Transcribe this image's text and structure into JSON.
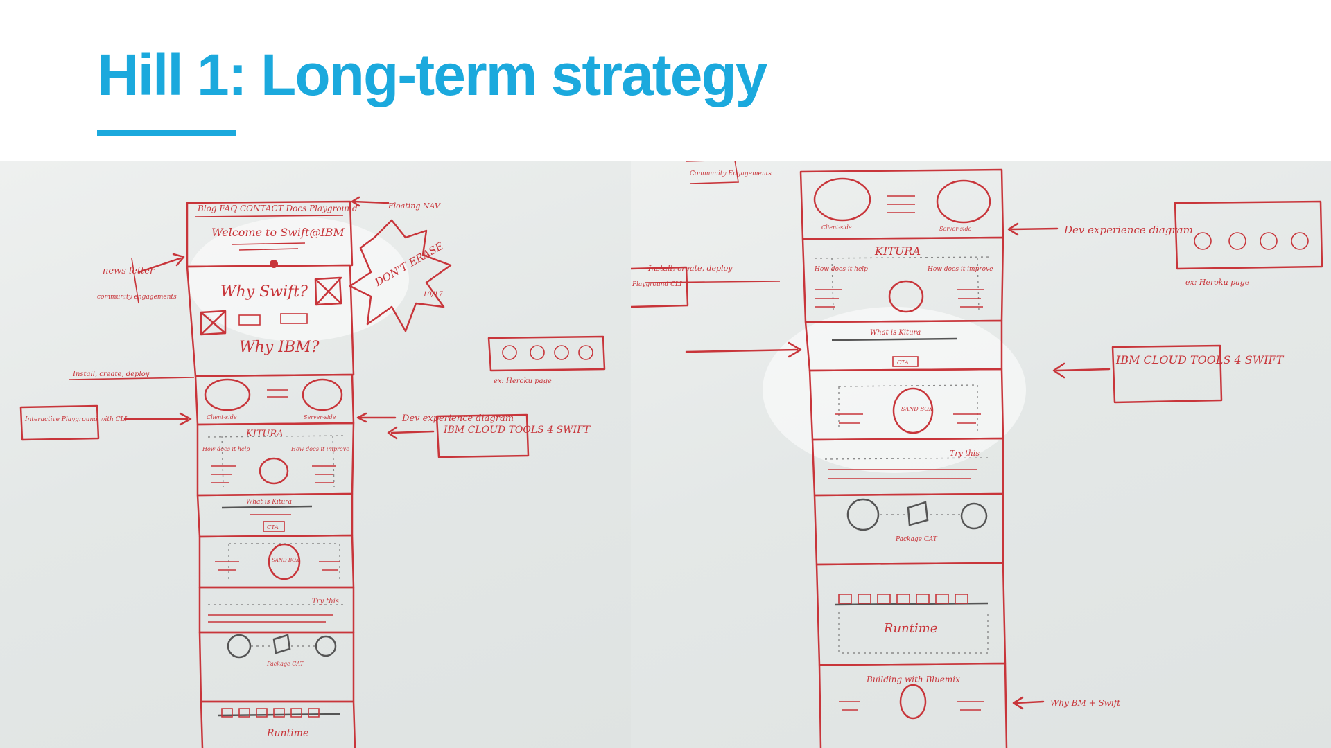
{
  "slide": {
    "title": "Hill 1: Long-term strategy"
  },
  "left_photo": {
    "nav": "Blog FAQ CONTACT Docs Playground",
    "floating_nav": "Floating NAV",
    "welcome": "Welcome to Swift@IBM",
    "why_swift": "Why Swift?",
    "why_ibm": "Why IBM?",
    "news_letter": "news letter",
    "community": "community engagements",
    "dont_erase": "DON'T ERASE",
    "date": "10/17",
    "client_side": "Client-side",
    "server_side": "Server-side",
    "dev_experience": "Dev experience diagram",
    "example": "ex: Heroku page",
    "kitura": "KITURA",
    "install": "Install, create, deploy",
    "how_does_it_help": "How does it help",
    "how_does_it_improve": "How does it improve",
    "what_is_kitura": "What is Kitura",
    "interactive": "Interactive Playground with CLI",
    "cta": "CTA",
    "ibm_cloud_tools": "IBM CLOUD TOOLS 4 SWIFT",
    "sandbox": "SAND BOX",
    "try_this": "Try this",
    "package_cat": "Package CAT",
    "runtime": "Runtime"
  },
  "right_photo": {
    "community": "Community Engagements",
    "client_side": "Client-side",
    "server_side": "Server-side",
    "dev_experience": "Dev experience diagram",
    "example": "ex: Heroku page",
    "kitura": "KITURA",
    "install": "Install, create, deploy",
    "how_does_it_help": "How does it help",
    "how_does_it_improve": "How does it improve",
    "what_is_kitura": "What is Kitura",
    "interactive": "Playground CLI",
    "cta": "CTA",
    "ibm_cloud_tools": "IBM CLOUD TOOLS 4 SWIFT",
    "sandbox": "SAND BOX",
    "try_this": "Try this",
    "package_cat": "Package CAT",
    "runtime": "Runtime",
    "building_with": "Building with Bluemix",
    "why_bm_swift": "Why BM + Swift"
  },
  "colors": {
    "title": "#1ba9dd",
    "marker": "#c8353a",
    "whiteboard": "#e6e9e8"
  }
}
